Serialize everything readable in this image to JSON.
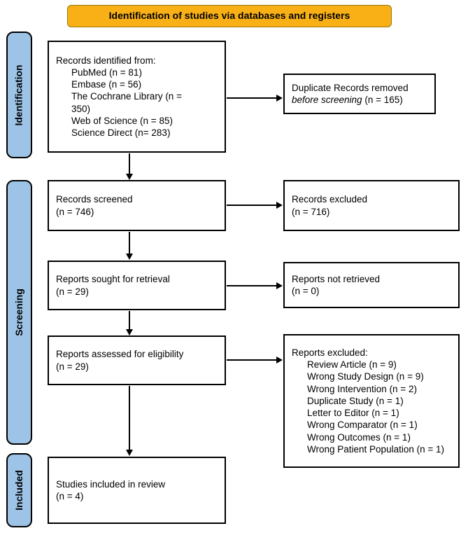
{
  "colors": {
    "banner-bg": "#F9B016",
    "sidebar-bg": "#9DC3E6",
    "line": "#000000"
  },
  "banner": {
    "label": "Identification of studies via databases and registers"
  },
  "sidebar": {
    "identification": "Identification",
    "screening": "Screening",
    "included": "Included"
  },
  "boxes": {
    "identified": {
      "heading": "Records identified from:",
      "items": [
        "PubMed (n = 81)",
        "Embase (n = 56)",
        "The Cochrane Library (n = 350)",
        "Web of Science (n = 85)",
        "Science Direct (n= 283)"
      ]
    },
    "duplicates": {
      "line1": "Duplicate Records removed",
      "line2_italic": "before screening",
      "line2_rest": " (n = 165)"
    },
    "screened": {
      "line1": "Records screened",
      "line2": "(n = 746)"
    },
    "records_excluded": {
      "line1": "Records excluded",
      "line2": "(n = 716)"
    },
    "sought": {
      "line1": "Reports sought for retrieval",
      "line2": "(n = 29)"
    },
    "not_retrieved": {
      "line1": "Reports not retrieved",
      "line2": "(n = 0)"
    },
    "assessed": {
      "line1": "Reports assessed for eligibility",
      "line2": "(n = 29)"
    },
    "reports_excluded": {
      "heading": "Reports excluded:",
      "items": [
        "Review Article (n = 9)",
        "Wrong Study Design (n = 9)",
        "Wrong Intervention (n = 2)",
        "Duplicate Study (n = 1)",
        "Letter to Editor (n = 1)",
        "Wrong Comparator (n = 1)",
        "Wrong Outcomes (n = 1)",
        "Wrong Patient Population (n = 1)"
      ]
    },
    "included": {
      "line1": "Studies included in review",
      "line2": "(n = 4)"
    }
  }
}
